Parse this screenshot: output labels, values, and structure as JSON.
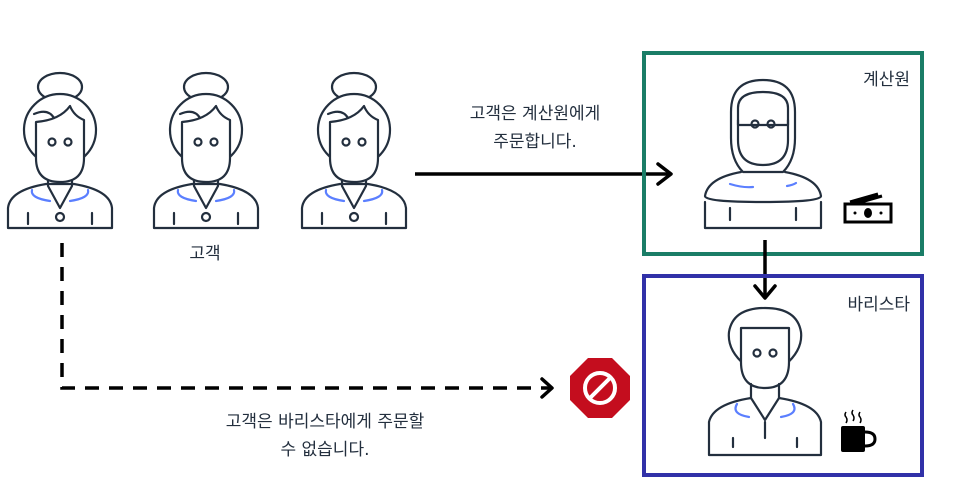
{
  "customers": {
    "label": "고객"
  },
  "cashier": {
    "label": "계산원",
    "box_color": "#1a7d67"
  },
  "barista": {
    "label": "바리스타",
    "box_color": "#3131a8"
  },
  "order_arrow": {
    "lines": [
      "고객은 계산원에게",
      "주문합니다."
    ]
  },
  "blocked_path": {
    "lines": [
      "고객은 바리스타에게 주문할",
      "수 없습니다."
    ],
    "stop_color": "#c40d1e"
  },
  "icons": [
    "customer-icon",
    "cashier-icon",
    "barista-icon",
    "money-icon",
    "coffee-mug-icon",
    "no-entry-icon"
  ]
}
